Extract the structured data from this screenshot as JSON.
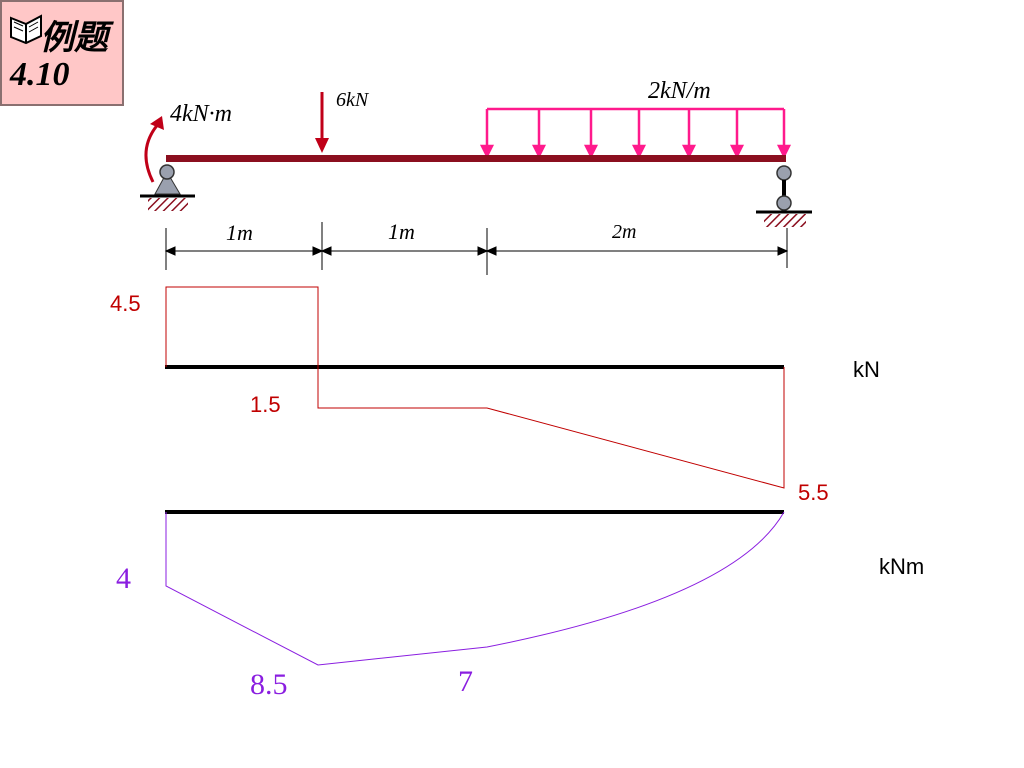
{
  "title": {
    "line1": "例题",
    "line2": "4.10"
  },
  "loads": {
    "moment": "4kN·m",
    "point_force": "6kN",
    "distributed": "2kN/m"
  },
  "dimensions": [
    "1m",
    "1m",
    "2m"
  ],
  "shear_diagram": {
    "unit": "kN",
    "values": {
      "left": "4.5",
      "mid": "1.5",
      "right": "5.5"
    }
  },
  "moment_diagram": {
    "unit": "kNm",
    "values": {
      "left": "4",
      "point": "8.5",
      "mid": "7"
    }
  },
  "colors": {
    "beam": "#8b0f1f",
    "force": "#c00018",
    "distributed": "#ff1a8c",
    "shear": "#c00000",
    "moment": "#8a1ee0",
    "support": "#9aa0ae",
    "hatch": "#8b0f1f"
  }
}
